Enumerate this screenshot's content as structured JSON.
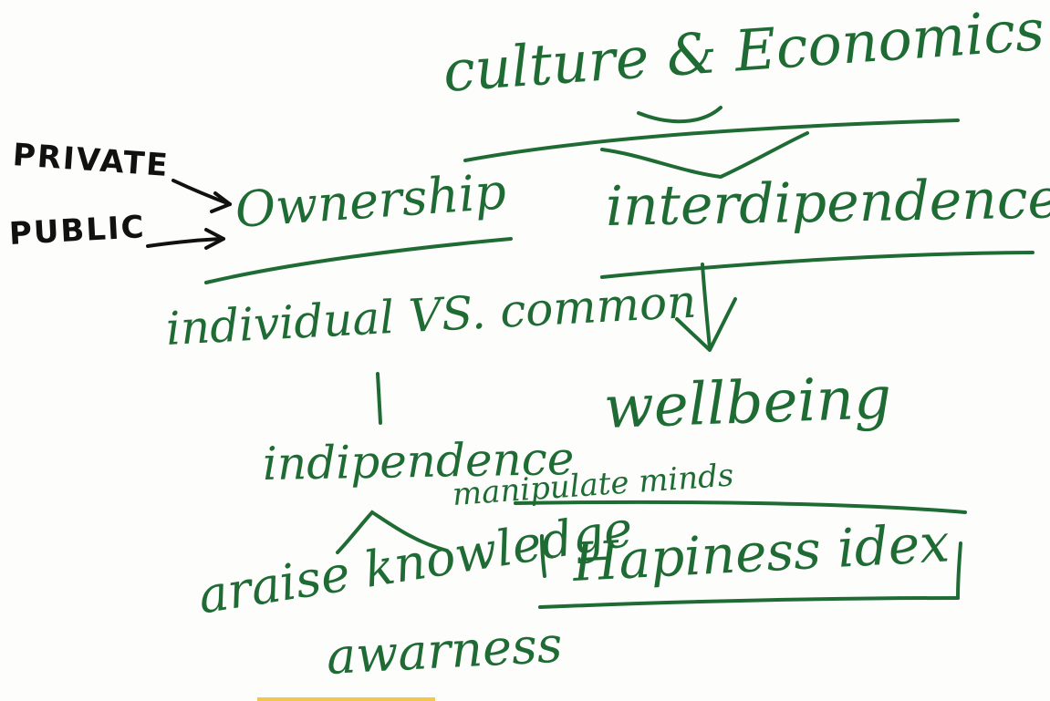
{
  "notes": {
    "title": "culture & Economics",
    "private": "PRIVATE",
    "public": "PUBLIC",
    "ownership": "Ownership",
    "interdependence": "interdipendence",
    "individual_vs_common": "individual VS. common",
    "wellbeing": "wellbeing",
    "independence": "indipendence",
    "manipulate_minds": "manipulate minds",
    "happiness_index": "Hapiness idex",
    "arise_knowledge": "araise knowledge",
    "awareness": "awarness"
  },
  "colors": {
    "green_ink": "#1f6b34",
    "black_ink": "#111111",
    "paper": "#fdfdfc",
    "yellow_mark": "#f1c84d"
  }
}
